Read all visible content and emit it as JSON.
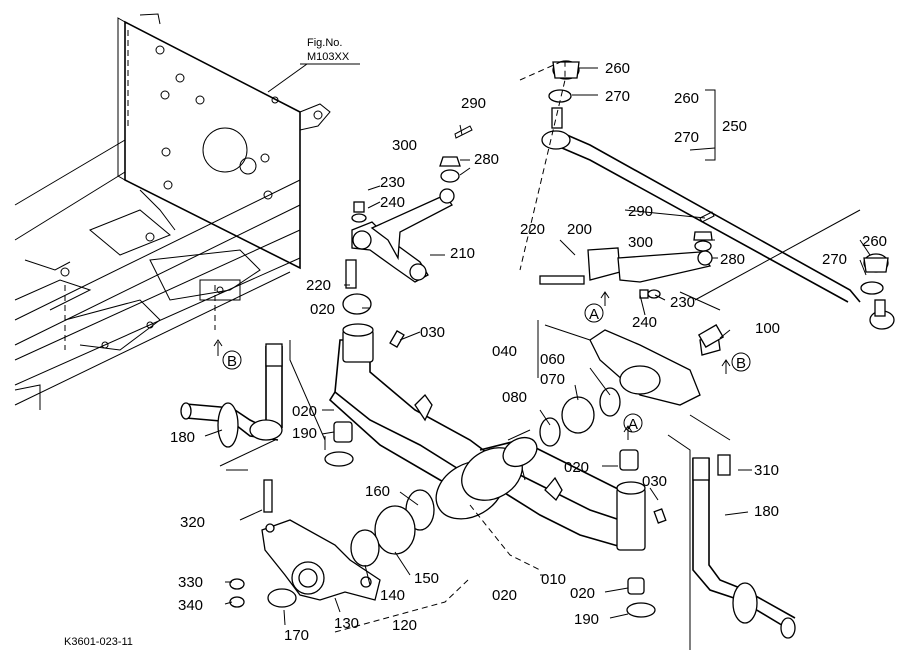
{
  "figure": {
    "fig_no_label": "Fig.No.",
    "fig_no_value": "M103XX",
    "code": "K3601-023-11"
  },
  "callouts": [
    {
      "id": "c260a",
      "text": "260"
    },
    {
      "id": "c270a",
      "text": "270"
    },
    {
      "id": "c260b",
      "text": "260"
    },
    {
      "id": "c270b",
      "text": "270"
    },
    {
      "id": "c250",
      "text": "250"
    },
    {
      "id": "c290a",
      "text": "290"
    },
    {
      "id": "c300a",
      "text": "300"
    },
    {
      "id": "c280a",
      "text": "280"
    },
    {
      "id": "c230a",
      "text": "230"
    },
    {
      "id": "c240a",
      "text": "240"
    },
    {
      "id": "c210",
      "text": "210"
    },
    {
      "id": "c220a",
      "text": "220"
    },
    {
      "id": "c020a",
      "text": "020"
    },
    {
      "id": "c030a",
      "text": "030"
    },
    {
      "id": "c220b",
      "text": "220"
    },
    {
      "id": "c200",
      "text": "200"
    },
    {
      "id": "c290b",
      "text": "290"
    },
    {
      "id": "c300b",
      "text": "300"
    },
    {
      "id": "c280b",
      "text": "280"
    },
    {
      "id": "c260c",
      "text": "260"
    },
    {
      "id": "c270c",
      "text": "270"
    },
    {
      "id": "c230b",
      "text": "230"
    },
    {
      "id": "c240b",
      "text": "240"
    },
    {
      "id": "c100",
      "text": "100"
    },
    {
      "id": "c040",
      "text": "040"
    },
    {
      "id": "c060",
      "text": "060"
    },
    {
      "id": "c070",
      "text": "070"
    },
    {
      "id": "c080",
      "text": "080"
    },
    {
      "id": "c020b",
      "text": "020"
    },
    {
      "id": "c190a",
      "text": "190"
    },
    {
      "id": "c180a",
      "text": "180"
    },
    {
      "id": "c020c",
      "text": "020"
    },
    {
      "id": "c030b",
      "text": "030"
    },
    {
      "id": "c310",
      "text": "310"
    },
    {
      "id": "c180b",
      "text": "180"
    },
    {
      "id": "c160",
      "text": "160"
    },
    {
      "id": "c320",
      "text": "320"
    },
    {
      "id": "c150",
      "text": "150"
    },
    {
      "id": "c140",
      "text": "140"
    },
    {
      "id": "c010",
      "text": "010"
    },
    {
      "id": "c020d",
      "text": "020"
    },
    {
      "id": "c020e",
      "text": "020"
    },
    {
      "id": "c190b",
      "text": "190"
    },
    {
      "id": "c330",
      "text": "330"
    },
    {
      "id": "c340",
      "text": "340"
    },
    {
      "id": "c130",
      "text": "130"
    },
    {
      "id": "c120",
      "text": "120"
    },
    {
      "id": "c170",
      "text": "170"
    }
  ],
  "ref_markers": [
    {
      "id": "mA1",
      "text": "A"
    },
    {
      "id": "mA2",
      "text": "A"
    },
    {
      "id": "mB1",
      "text": "B"
    },
    {
      "id": "mB2",
      "text": "B"
    }
  ]
}
